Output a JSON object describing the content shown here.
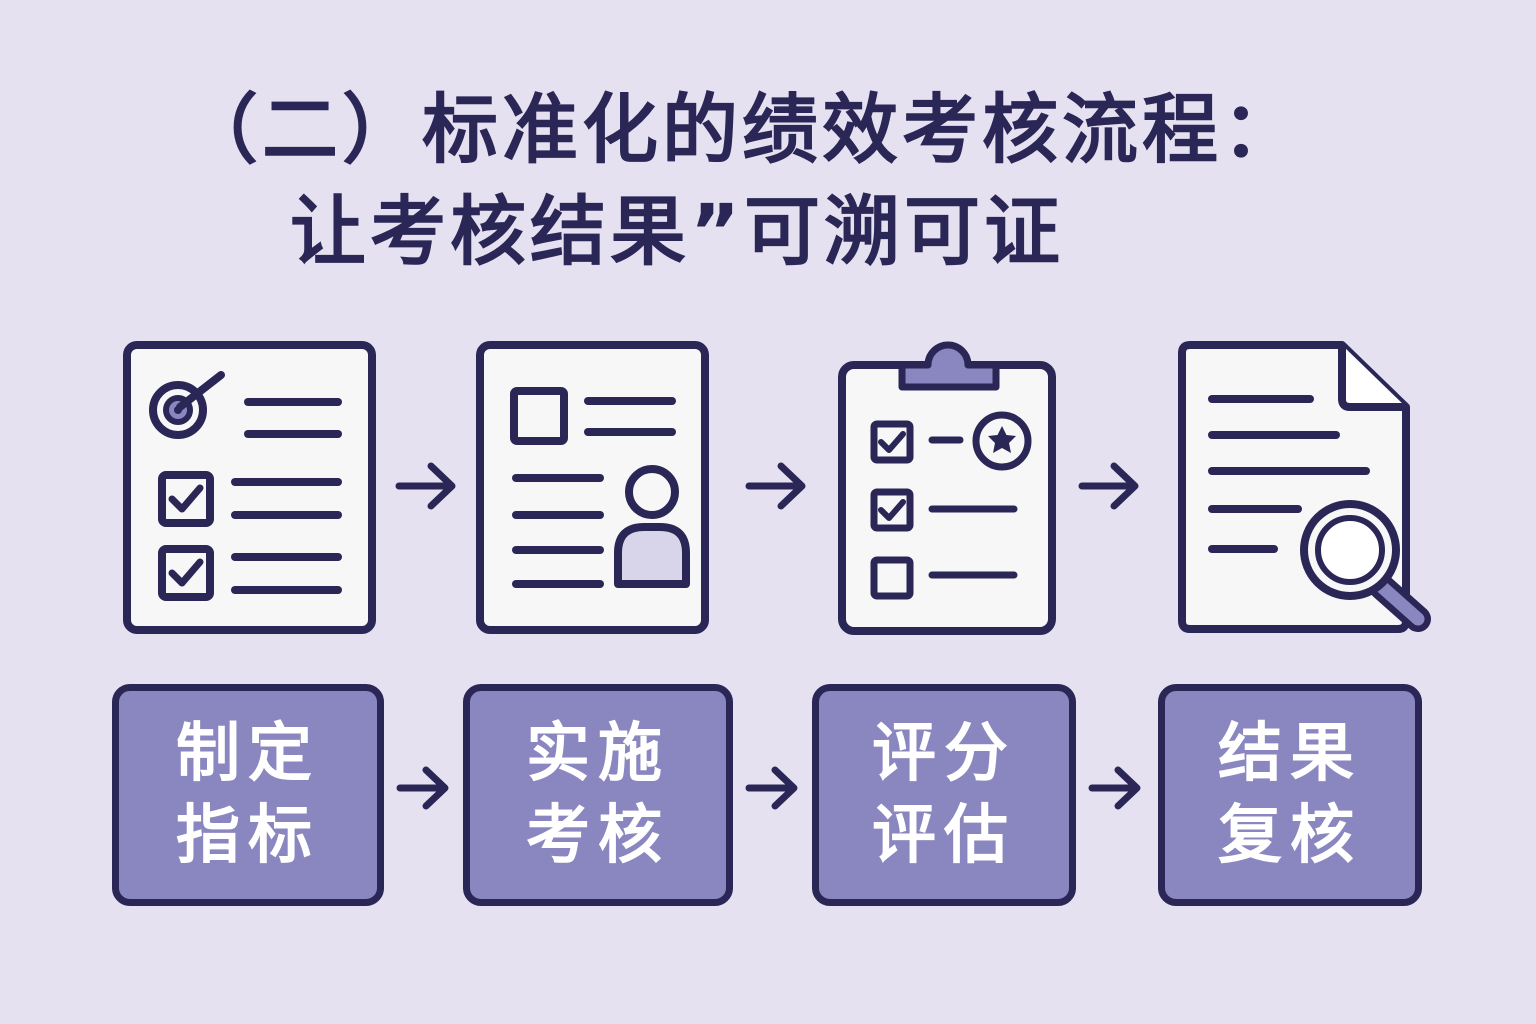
{
  "title": {
    "line1": "（二）标准化的绩效考核流程：",
    "line2": "让考核结果”可溯可证"
  },
  "steps": [
    {
      "icon": "target-checklist-icon",
      "line1": "制定",
      "line2": "指标"
    },
    {
      "icon": "profile-document-icon",
      "line1": "实施",
      "line2": "考核"
    },
    {
      "icon": "clipboard-rating-icon",
      "line1": "评分",
      "line2": "评估"
    },
    {
      "icon": "document-magnifier-icon",
      "line1": "结果",
      "line2": "复核"
    }
  ],
  "colors": {
    "background": "#e6e1f1",
    "ink": "#2a2656",
    "accent": "#8a86bf",
    "paper": "#f7f7f7"
  }
}
